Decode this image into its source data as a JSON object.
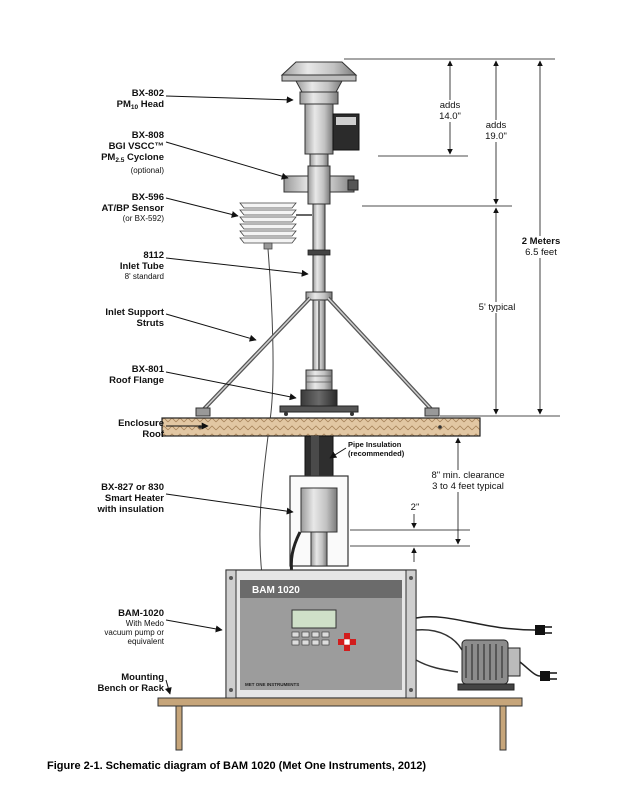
{
  "labels": {
    "bx802": {
      "line1": "BX-802",
      "line2_pre": "PM",
      "line2_sub": "10",
      "line2_post": " Head"
    },
    "bx808": {
      "line1": "BX-808",
      "line2": "BGI VSCC™",
      "line3_pre": "PM",
      "line3_sub": "2.5",
      "line3_post": " Cyclone",
      "line4": "(optional)"
    },
    "bx596": {
      "line1": "BX-596",
      "line2": "AT/BP Sensor",
      "line3": "(or BX-592)"
    },
    "inlet_tube": {
      "line1": "8112",
      "line2": "Inlet Tube",
      "line3": "8' standard"
    },
    "struts": {
      "line1": "Inlet Support",
      "line2": "Struts"
    },
    "bx801": {
      "line1": "BX-801",
      "line2": "Roof Flange"
    },
    "roof": {
      "line1": "Enclosure",
      "line2": "Roof"
    },
    "heater": {
      "line1": "BX-827 or 830",
      "line2": "Smart Heater",
      "line3": "with insulation"
    },
    "bam": {
      "line1": "BAM-1020",
      "line2": "With Medo",
      "line3": "vacuum pump or",
      "line4": "equivalent"
    },
    "mounting": {
      "line1": "Mounting",
      "line2": "Bench or Rack"
    }
  },
  "dimensions": {
    "adds14": {
      "line1": "adds",
      "line2": "14.0\""
    },
    "adds19": {
      "line1": "adds",
      "line2": "19.0\""
    },
    "two_meters": {
      "line1": "2 Meters",
      "line2": "6.5 feet"
    },
    "five_ft": "5' typical",
    "pipe_insulation": {
      "line1": "Pipe Insulation",
      "line2": "(recommended)"
    },
    "clearance": {
      "line1": "8\" min. clearance",
      "line2": "3 to 4 feet typical"
    },
    "two_inch": "2\""
  },
  "instrument": {
    "name": "BAM 1020",
    "brand": "MET ONE INSTRUMENTS"
  },
  "caption": "Figure 2-1.  Schematic diagram of BAM 1020 (Met One Instruments, 2012)"
}
